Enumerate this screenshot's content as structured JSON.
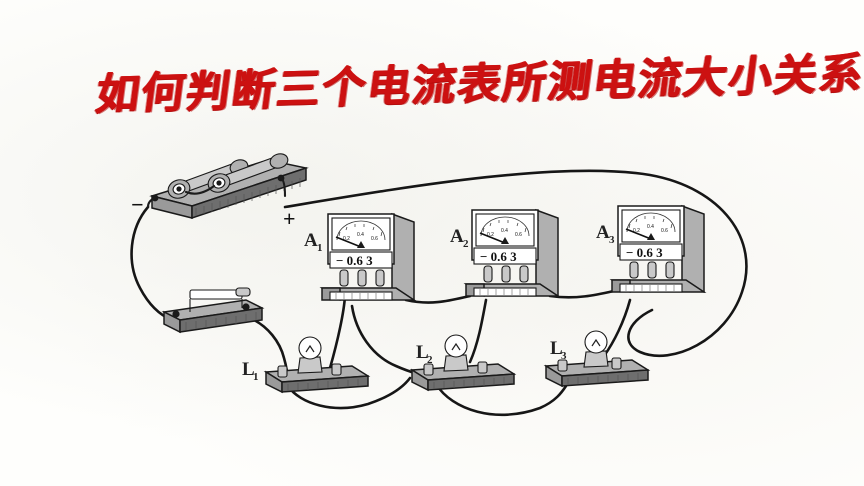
{
  "page": {
    "background_color": "#fefefc",
    "title_color": "#cc1111",
    "ink_color": "#1a1a1a"
  },
  "question": {
    "text": "如何判断三个电流表所测电流大小关系？",
    "language": "zh",
    "style": "handwritten-red-marker"
  },
  "figure": {
    "caption_type": "physics-circuit-photo-diagram",
    "battery": {
      "name": "battery-holder",
      "cell_count": 2,
      "negative_label": "−",
      "positive_label": "+"
    },
    "switch": {
      "name": "knife-switch",
      "label": ""
    },
    "ammeters": [
      {
        "label": "A",
        "subscript": "1",
        "terminal_text": "− 0.6 3",
        "scale_ticks": [
          "0.2",
          "0.4",
          "0.6"
        ],
        "needle_position": "low"
      },
      {
        "label": "A",
        "subscript": "2",
        "terminal_text": "− 0.6 3",
        "scale_ticks": [
          "0.2",
          "0.4",
          "0.6"
        ],
        "needle_position": "low"
      },
      {
        "label": "A",
        "subscript": "3",
        "terminal_text": "− 0.6 3",
        "scale_ticks": [
          "0.2",
          "0.4",
          "0.6"
        ],
        "needle_position": "low"
      }
    ],
    "lamps": [
      {
        "label": "L",
        "subscript": "1"
      },
      {
        "label": "L",
        "subscript": "2"
      },
      {
        "label": "L",
        "subscript": "3"
      }
    ]
  }
}
